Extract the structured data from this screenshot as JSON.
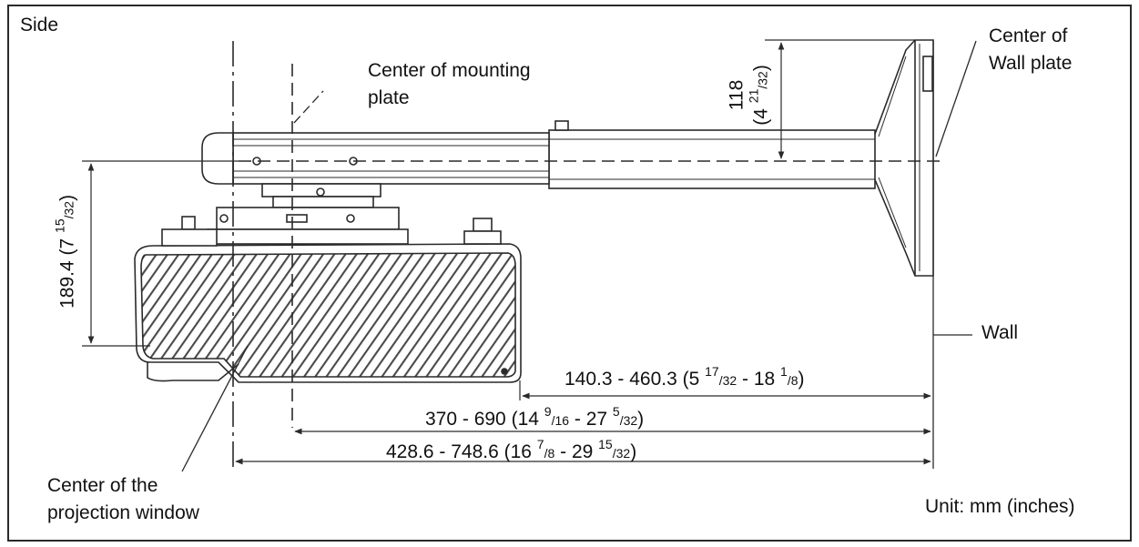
{
  "view_label": "Side",
  "callouts": {
    "mounting_plate_center": [
      "Center of mounting",
      "plate"
    ],
    "wall_plate_center": [
      "Center of",
      "Wall plate"
    ],
    "wall": "Wall",
    "projection_window_center": [
      "Center of  the",
      "projection window"
    ],
    "unit": "Unit: mm (inches)"
  },
  "dimensions": {
    "height_189": {
      "mm": "189.4",
      "open": "(7 ",
      "sup": "15",
      "den": "/32",
      "close": ")"
    },
    "height_118": {
      "mm": "118",
      "open": "(4 ",
      "sup": "21",
      "den": "/32",
      "close": ")"
    },
    "span_140": {
      "mm": "140.3 - 460.3 ",
      "a_open": "(5 ",
      "a_sup": "17",
      "a_den": "/32",
      "sep": " - 18 ",
      "b_sup": "1",
      "b_den": "/8",
      "close": ")"
    },
    "span_370": {
      "mm": "370 - 690 ",
      "a_open": "(14 ",
      "a_sup": "9",
      "a_den": "/16",
      "sep": " - 27 ",
      "b_sup": "5",
      "b_den": "/32",
      "close": ")"
    },
    "span_428": {
      "mm": "428.6 - 748.6 ",
      "a_open": "(16 ",
      "a_sup": "7",
      "a_den": "/8",
      "sep": " - 29 ",
      "b_sup": "15",
      "b_den": "/32",
      "close": ")"
    }
  },
  "colors": {
    "line": "#2a2a2a",
    "hatch": "#555555",
    "fill": "#ffffff",
    "text": "#111111"
  }
}
